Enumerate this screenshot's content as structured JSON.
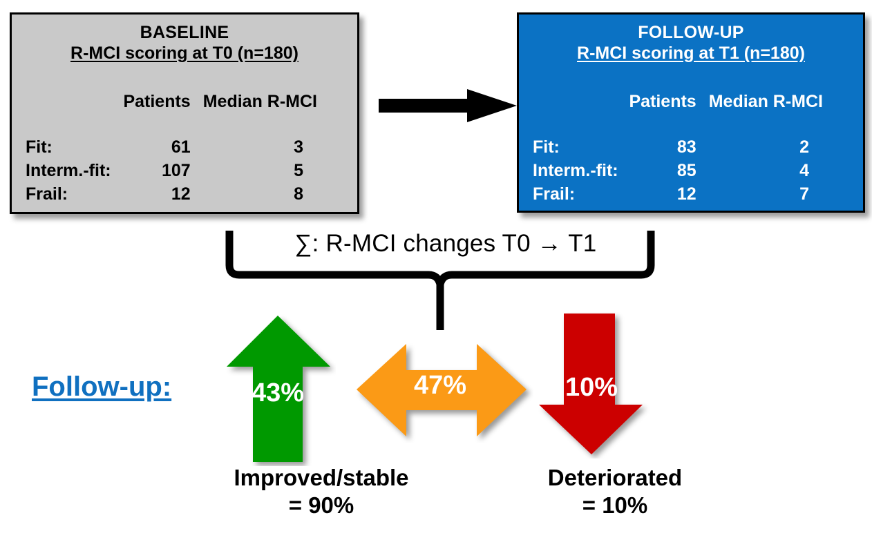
{
  "baseline": {
    "title": "BASELINE",
    "subtitle": "R-MCI scoring at T0 (n=180)",
    "columns": [
      "",
      "Patients",
      "Median R-MCI"
    ],
    "rows": [
      {
        "label": "Fit:",
        "patients": "61",
        "median": "3"
      },
      {
        "label": "Interm.-fit:",
        "patients": "107",
        "median": "5"
      },
      {
        "label": "Frail:",
        "patients": "12",
        "median": "8"
      }
    ],
    "bg_color": "#C9C9C9",
    "text_color": "#000000"
  },
  "followup": {
    "title": "FOLLOW-UP",
    "subtitle": "R-MCI scoring at T1 (n=180)",
    "columns": [
      "",
      "Patients",
      "Median R-MCI"
    ],
    "rows": [
      {
        "label": "Fit:",
        "patients": "83",
        "median": "2"
      },
      {
        "label": "Interm.-fit:",
        "patients": "85",
        "median": "4"
      },
      {
        "label": "Frail:",
        "patients": "12",
        "median": "7"
      }
    ],
    "bg_color": "#0B72C4",
    "text_color": "#FFFFFF"
  },
  "transition": {
    "icon": "right-arrow-icon",
    "color": "#000000"
  },
  "brace": {
    "label": "∑: R-MCI changes T0 → T1",
    "color": "#000000"
  },
  "outcome": {
    "side_label": "Follow-up:",
    "side_label_color": "#1070C0",
    "arrows": [
      {
        "icon": "up-arrow-icon",
        "percent": "43%",
        "color": "#009900"
      },
      {
        "icon": "left-right-arrow-icon",
        "percent": "47%",
        "color": "#FB9A16"
      },
      {
        "icon": "down-arrow-icon",
        "percent": "10%",
        "color": "#CC0000"
      }
    ],
    "captions": [
      {
        "line1": "Improved/stable",
        "line2": "= 90%"
      },
      {
        "line1": "Deteriorated",
        "line2": "= 10%"
      }
    ]
  },
  "chart_data": {
    "type": "table",
    "title": "R-MCI changes T0 → T1",
    "categories": [
      "Fit",
      "Interm.-fit",
      "Frail"
    ],
    "series": [
      {
        "name": "Baseline (T0) patients",
        "values": [
          61,
          107,
          12
        ]
      },
      {
        "name": "Baseline (T0) median R-MCI",
        "values": [
          3,
          5,
          8
        ]
      },
      {
        "name": "Follow-up (T1) patients",
        "values": [
          83,
          85,
          12
        ]
      },
      {
        "name": "Follow-up (T1) median R-MCI",
        "values": [
          2,
          4,
          7
        ]
      }
    ],
    "total_n": 180,
    "outcomes": {
      "improved": 43,
      "stable": 47,
      "deteriorated": 10,
      "improved_or_stable": 90
    }
  }
}
